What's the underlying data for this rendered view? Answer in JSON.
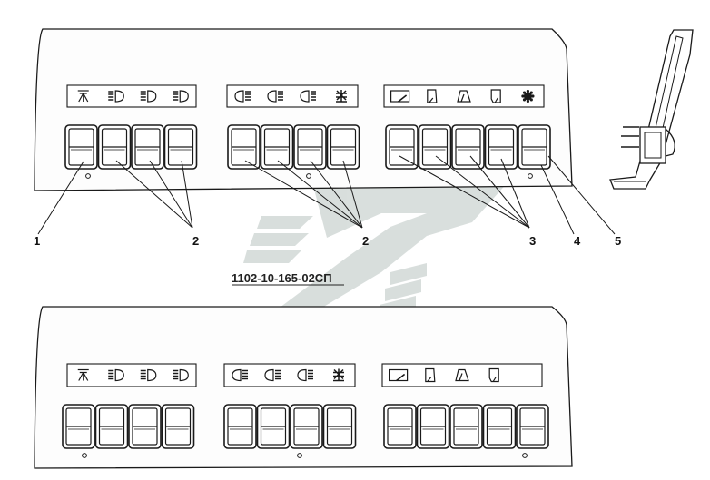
{
  "drawing_code": "1102-10-165-02СП",
  "callouts": [
    "1",
    "2",
    "2",
    "3",
    "4",
    "5"
  ],
  "colors": {
    "line": "#1a1a1a",
    "panel_fill": "#fdfdfd",
    "watermark": "#d2d9d7"
  },
  "panels": [
    {
      "groups": [
        {
          "icons": [
            "dome-light-icon",
            "low-beam-icon",
            "low-beam-icon",
            "low-beam-icon"
          ],
          "switches": 4
        },
        {
          "icons": [
            "fog-light-icon",
            "fog-light-icon",
            "fog-light-icon",
            "hazard-light-icon"
          ],
          "switches": 4
        },
        {
          "icons": [
            "windshield-wiper-icon",
            "side-window-icon",
            "rear-window-icon",
            "door-window-icon",
            "fan-icon"
          ],
          "switches": 5
        }
      ]
    },
    {
      "groups": [
        {
          "icons": [
            "dome-light-icon",
            "low-beam-icon",
            "low-beam-icon",
            "low-beam-icon"
          ],
          "switches": 4
        },
        {
          "icons": [
            "fog-light-icon",
            "fog-light-icon",
            "fog-light-icon",
            "hazard-light-icon"
          ],
          "switches": 4
        },
        {
          "icons": [
            "windshield-wiper-icon",
            "side-window-icon",
            "rear-window-icon",
            "door-window-icon"
          ],
          "switches": 5
        }
      ]
    }
  ]
}
